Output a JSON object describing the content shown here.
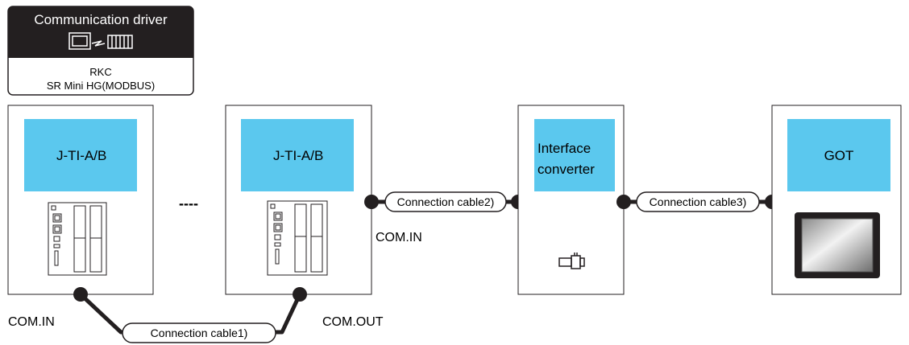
{
  "driver": {
    "header": "Communication driver",
    "icon": "pc-to-device-communication-icon",
    "line1": "RKC",
    "line2": "SR Mini HG(MODBUS)"
  },
  "devices": {
    "device1": {
      "label": "J-TI-A/B",
      "icon": "controller-module-icon"
    },
    "device2": {
      "label": "J-TI-A/B",
      "icon": "controller-module-icon"
    },
    "converter": {
      "label_line1": "Interface",
      "label_line2": "converter",
      "icon": "connector-plug-icon"
    },
    "got": {
      "label": "GOT",
      "icon": "got-screen-icon"
    }
  },
  "ellipsis": "----",
  "cables": {
    "cable1": "Connection cable1)",
    "cable2": "Connection cable2)",
    "cable3": "Connection cable3)"
  },
  "ports": {
    "com_in_left": "COM.IN",
    "com_out": "COM.OUT",
    "com_in_right": "COM.IN"
  },
  "colors": {
    "label_box": "#5bc8ee",
    "driver_header": "#231f20",
    "screen_frame": "#231f20"
  }
}
